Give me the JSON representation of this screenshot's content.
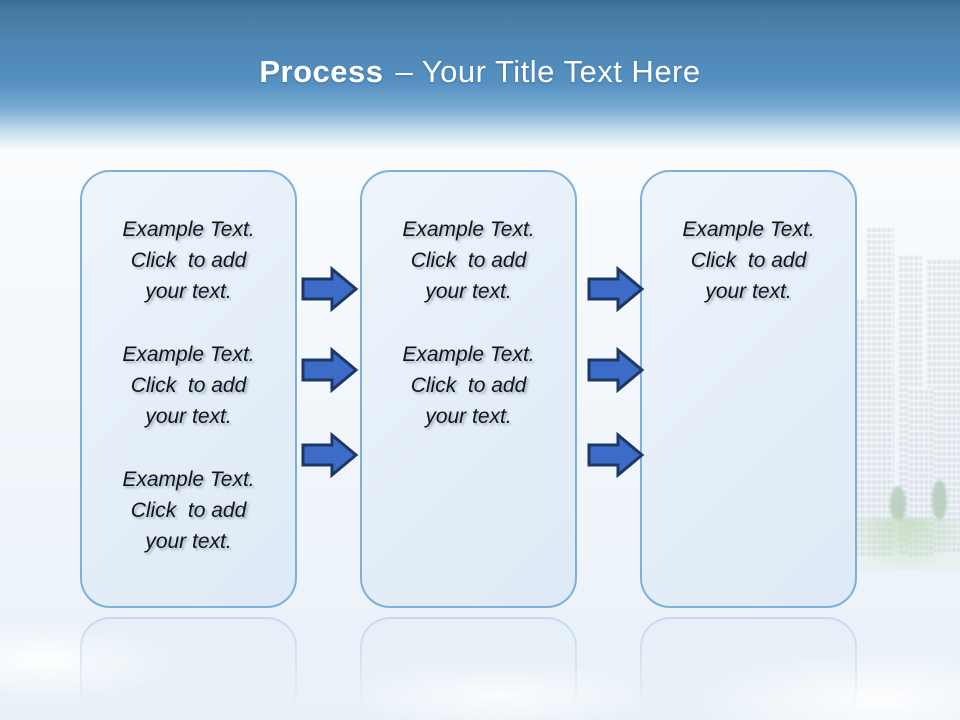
{
  "slide": {
    "title": {
      "emphasis": "Process",
      "subtitle": "– Your Title Text Here"
    }
  },
  "boxes": [
    {
      "paragraphs": [
        {
          "lines": [
            "Example Text.",
            "Click  to add",
            "your text."
          ]
        },
        {
          "lines": [
            "Example Text.",
            "Click  to add",
            "your text."
          ]
        },
        {
          "lines": [
            "Example Text.",
            "Click  to add",
            "your text."
          ]
        }
      ]
    },
    {
      "paragraphs": [
        {
          "lines": [
            "Example Text.",
            "Click  to add",
            "your text."
          ]
        },
        {
          "lines": [
            "Example Text.",
            "Click  to add",
            "your text."
          ]
        }
      ]
    },
    {
      "paragraphs": [
        {
          "lines": [
            "Example Text.",
            "Click  to add",
            "your text."
          ]
        }
      ]
    }
  ],
  "icons": {
    "arrow": "arrow-right-icon"
  },
  "colors": {
    "arrow_fill": "#3c6cc8",
    "arrow_border": "#1d3864",
    "box_border": "#7fb0d9",
    "box_fill": "#e4eef8",
    "header_top": "#3a6a93",
    "header_mid": "#5590c1",
    "title_color": "#ffffff"
  }
}
